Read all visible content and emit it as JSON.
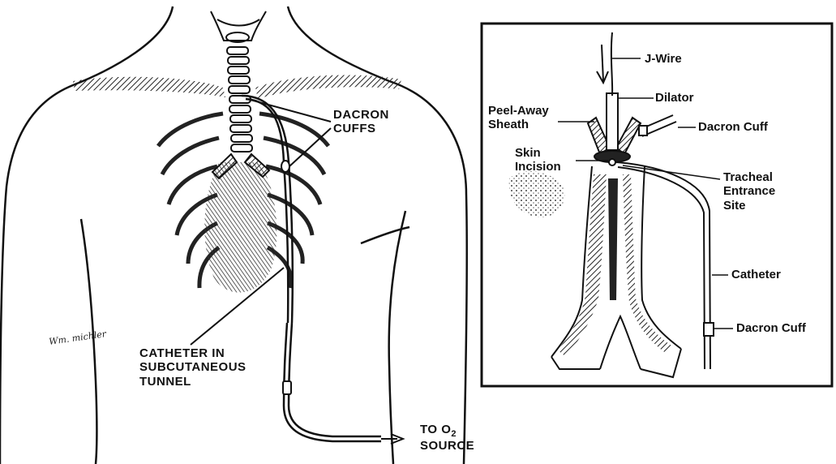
{
  "main_figure": {
    "labels": {
      "dacron_cuffs": "DACRON\nCUFFS",
      "catheter_tunnel": "CATHETER IN\nSUBCUTANEOUS\nTUNNEL",
      "to_o2_prefix": "TO O",
      "to_o2_sub": "2",
      "to_o2_source": "SOURCE"
    },
    "artist_signature": "Wm. michler"
  },
  "inset": {
    "labels": {
      "j_wire": "J-Wire",
      "dilator": "Dilator",
      "peel_away": "Peel-Away\nSheath",
      "dacron_cuff_top": "Dacron Cuff",
      "skin_incision": "Skin\nIncision",
      "tracheal_entrance": "Tracheal\nEntrance\nSite",
      "catheter": "Catheter",
      "dacron_cuff_bottom": "Dacron Cuff"
    }
  },
  "colors": {
    "ink": "#111111",
    "paper": "#ffffff"
  }
}
